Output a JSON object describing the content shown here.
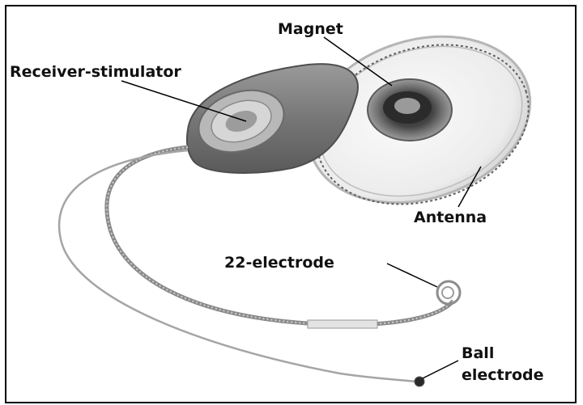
{
  "labels": {
    "magnet": "Magnet",
    "receiver_stimulator": "Receiver-stimulator",
    "antenna": "Antenna",
    "electrode_22": "22-electrode",
    "ball_line1": "Ball",
    "ball_line2": "electrode"
  },
  "colors": {
    "frame": "#000000",
    "label_text": "#111111",
    "body_gray": "#7a7a7a",
    "coil_light": "#e9e9e9",
    "lead_wire": "#8a8a8a"
  }
}
